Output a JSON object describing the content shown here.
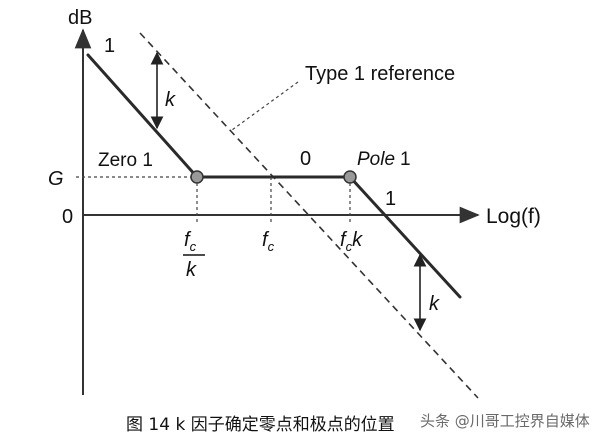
{
  "axes": {
    "y_label": "dB",
    "x_label": "Log(f)",
    "origin_label": "0",
    "g_label": "G"
  },
  "slopes": {
    "left": "1",
    "mid": "0",
    "right": "1"
  },
  "labels": {
    "reference": "Type 1 reference",
    "zero": "Zero 1",
    "pole_italic": "Pole",
    "pole_num": "1",
    "k_upper": "k",
    "k_lower": "k"
  },
  "ticks": {
    "fc_over_k_num": "f",
    "fc_over_k_sub": "c",
    "fc_over_k_den": "k",
    "fc": "f",
    "fc_sub": "c",
    "fck_f": "f",
    "fck_sub": "c",
    "fck_k": "k"
  },
  "caption": "图 14   k 因子确定零点和极点的位置",
  "watermark": "头条 @川哥工控界自媒体"
}
